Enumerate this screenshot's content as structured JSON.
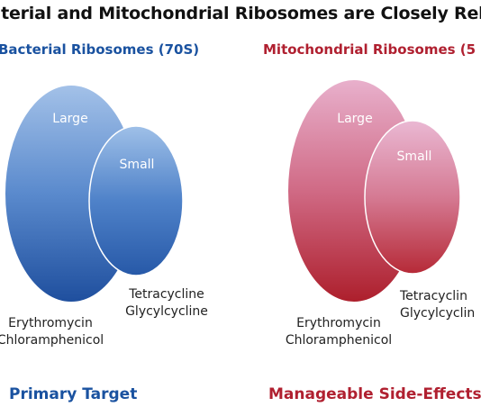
{
  "title": "cterial and Mitochondrial Ribosomes are Closely Relat",
  "left": {
    "subtitle": "Bacterial Ribosomes (70S)",
    "large_label": "Large",
    "small_label": "Small",
    "small_drugs": [
      "Tetracycline",
      "Glycylcycline"
    ],
    "large_drugs": [
      "Erythromycin",
      "Chloramphenicol"
    ],
    "footer": "Primary Target",
    "color": "#1a52a0"
  },
  "right": {
    "subtitle": "Mitochondrial Ribosomes (5",
    "large_label": "Large",
    "small_label": "Small",
    "small_drugs": [
      "Tetracyclin",
      "Glycylcyclin"
    ],
    "large_drugs": [
      "Erythromycin",
      "Chloramphenicol"
    ],
    "footer": "Manageable Side-Effects",
    "color": "#b02030"
  }
}
